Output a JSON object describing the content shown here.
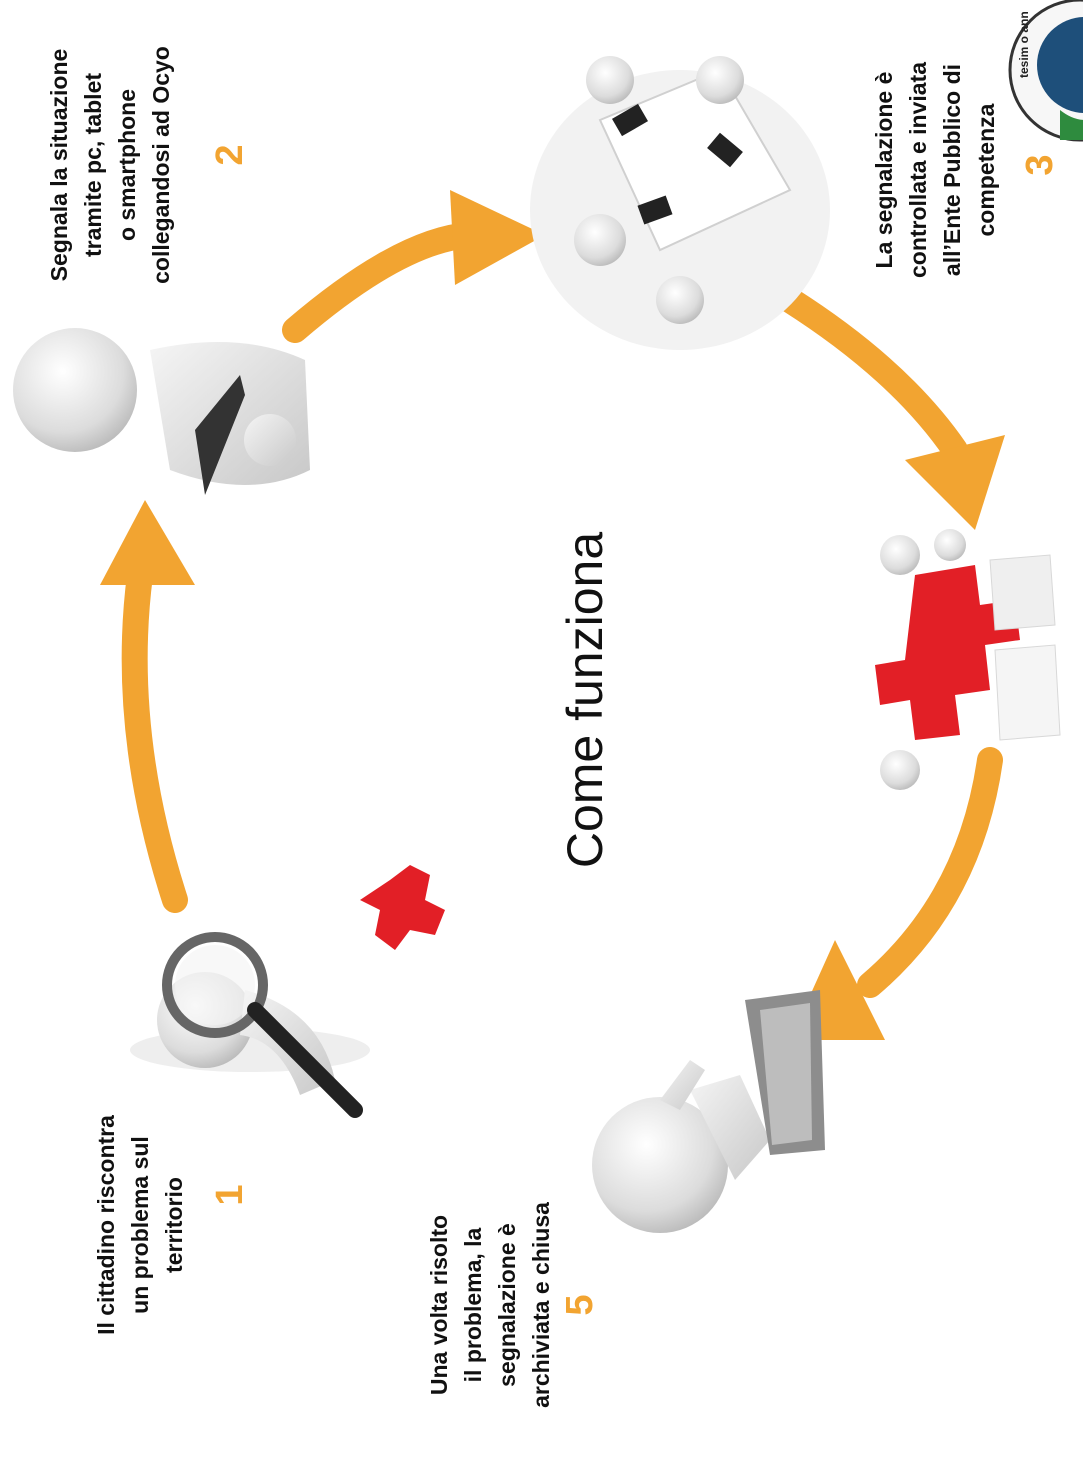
{
  "title": "Come funziona",
  "steps": [
    {
      "number": "1",
      "text": "Il cittadino riscontra\nun problema sul\nterritorio"
    },
    {
      "number": "2",
      "text": "Segnala la situazione\ntramite pc, tablet\no smartphone\ncollegandosi ad Ocyo"
    },
    {
      "number": "3",
      "text": "La segnalazione è\ncontrollata e inviata\nall’Ente Pubblico di\ncompetenza"
    },
    {
      "number": "5",
      "text": "Una volta risolto\nil problema, la\nsegnalazione è\narchiviata e chiusa"
    }
  ],
  "logo_text": "tesim o ann",
  "colors": {
    "arrow": "#f2a431",
    "number": "#f2a431",
    "puzzle": "#e21f26",
    "text": "#111111"
  }
}
